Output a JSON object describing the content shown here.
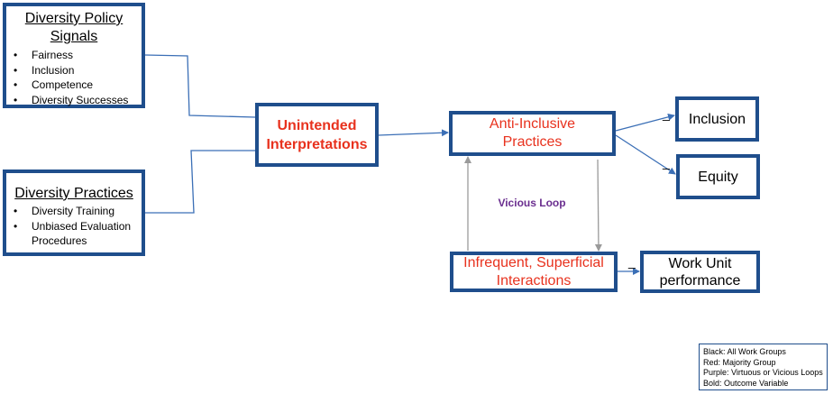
{
  "policy_signals": {
    "title_line1": "Diversity Policy",
    "title_line2": "Signals",
    "bullet_glyph": "•",
    "items": [
      "Fairness",
      "Inclusion",
      "Competence",
      "Diversity Successes"
    ]
  },
  "diversity_practices": {
    "title": "Diversity Practices",
    "bullet_glyph": "•",
    "item1": "Diversity Training",
    "item2_line1": "Unbiased Evaluation",
    "item2_line2": "Procedures"
  },
  "unintended": {
    "line1": "Unintended",
    "line2": "Interpretations"
  },
  "anti_inclusive": {
    "line1": "Anti-Inclusive",
    "line2": "Practices"
  },
  "infrequent": {
    "line1": "Infrequent, Superficial",
    "line2": "Interactions"
  },
  "vicious_loop": "Vicious Loop",
  "outcomes": {
    "inclusion": "Inclusion",
    "equity": "Equity",
    "work_line1": "Work Unit",
    "work_line2": "performance",
    "negative_sign": "_"
  },
  "legend": [
    "Black: All Work Groups",
    "Red: Majority Group",
    "Purple: Virtuous or Vicious Loops",
    "Bold: Outcome Variable"
  ],
  "colors": {
    "box_border": "#1f4e8c",
    "arrow_blue": "#3b6fb6",
    "arrow_gray": "#9a9a9a",
    "red_text": "#e8321e",
    "purple_text": "#6a2e8f"
  }
}
